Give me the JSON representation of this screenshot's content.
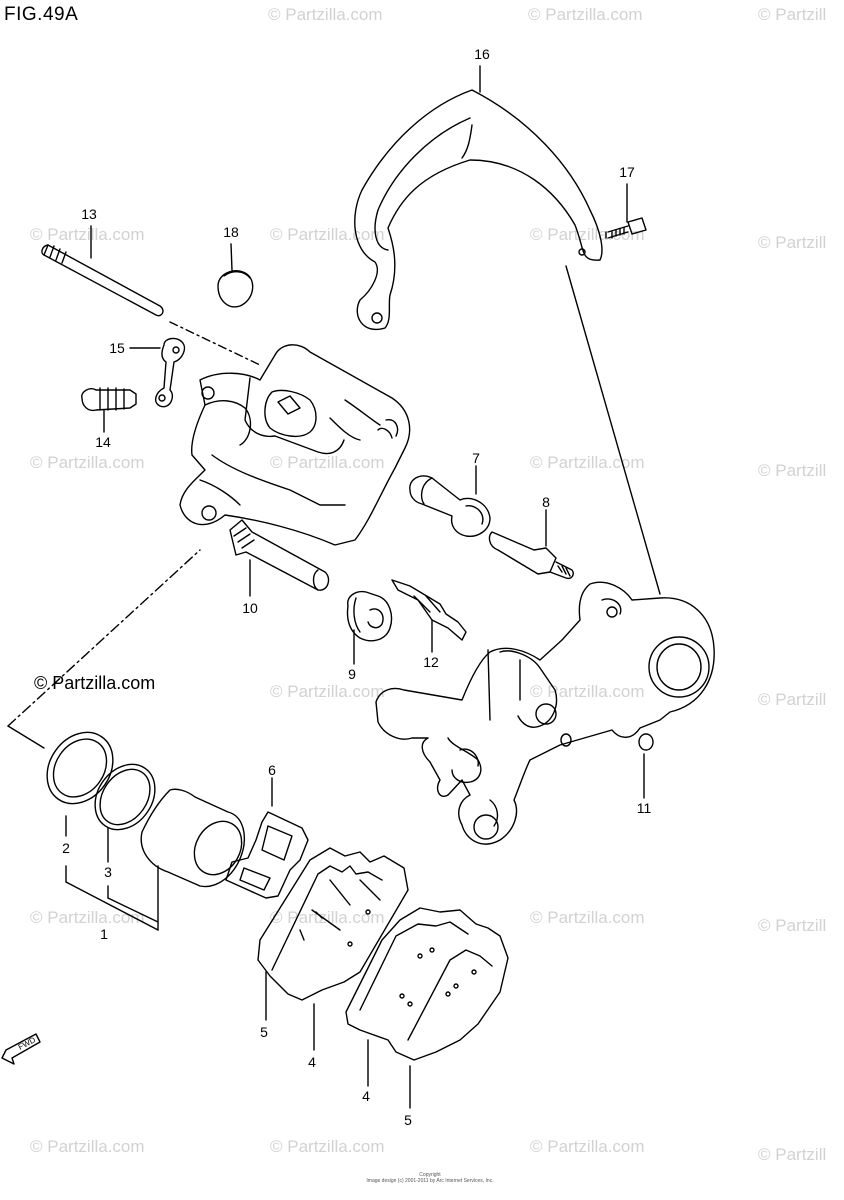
{
  "figure": {
    "title": "FIG.49A"
  },
  "watermark": {
    "text": "© Partzilla.com",
    "edge_text": "© Partzill",
    "main_text": "© Partzilla.com"
  },
  "callouts": {
    "c1": "1",
    "c2": "2",
    "c3": "3",
    "c4a": "4",
    "c4b": "4",
    "c5a": "5",
    "c5b": "5",
    "c6": "6",
    "c7": "7",
    "c8": "8",
    "c9": "9",
    "c10": "10",
    "c11": "11",
    "c12": "12",
    "c13": "13",
    "c14": "14",
    "c15": "15",
    "c16": "16",
    "c17": "17",
    "c18": "18"
  },
  "fwd_label": "FWD",
  "copyright": {
    "line1": "Copyright",
    "line2": "Image design (c) 2001-2011 by Arc Internet Services, Inc."
  },
  "colors": {
    "line": "#000000",
    "watermark": "#d2d2d2"
  }
}
